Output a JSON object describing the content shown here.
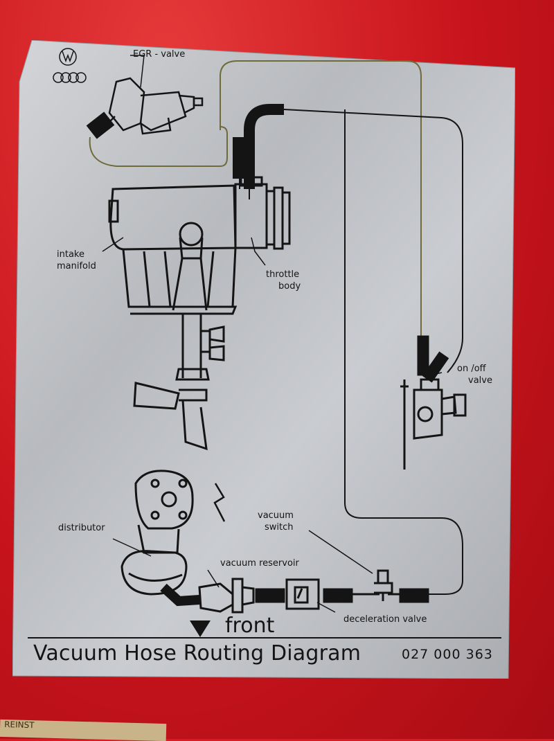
{
  "labels": {
    "egr_valve": "EGR - valve",
    "intake_manifold_line1": "intake",
    "intake_manifold_line2": "manifold",
    "throttle_body_line1": "throttle",
    "throttle_body_line2": "body",
    "on_off_valve_line1": "on /off",
    "on_off_valve_line2": "valve",
    "distributor": "distributor",
    "vacuum_switch_line1": "vacuum",
    "vacuum_switch_line2": "switch",
    "vacuum_reservoir": "vacuum reservoir",
    "deceleration_valve": "deceleration valve",
    "front": "front"
  },
  "footer": {
    "title": "Vacuum Hose Routing Diagram",
    "part_number": "027 000 363"
  },
  "strip_text": "REINST",
  "colors": {
    "background": "#d81c24",
    "plate": "#b9bcc0",
    "line": "#141414",
    "hose_tint": "#6f6a3a"
  }
}
